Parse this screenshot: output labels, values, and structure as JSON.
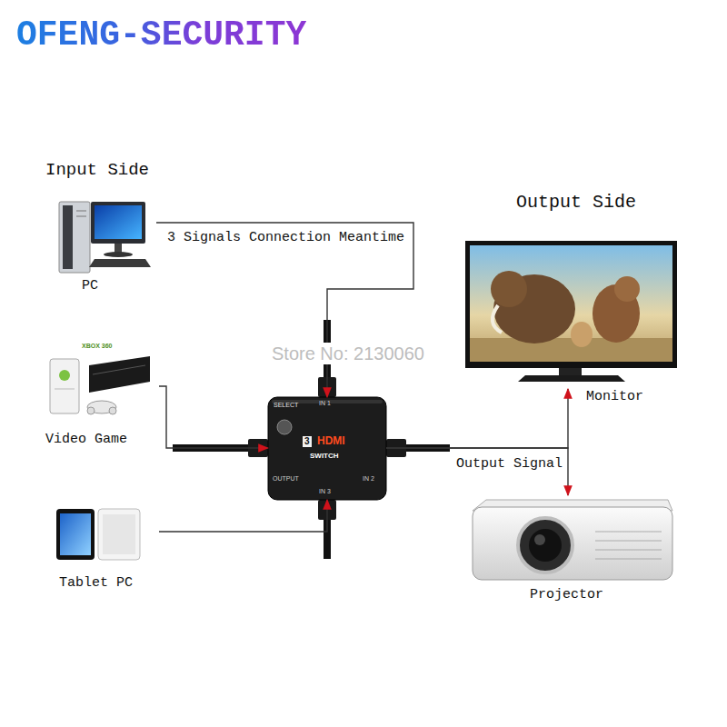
{
  "diagram": {
    "title": "OFENG-SECURITY",
    "nodes": [
      {
        "text": [
          "PC"
        ]
      },
      {
        "text": [
          "Video Game"
        ]
      },
      {
        "text": [
          "Tablet PC"
        ]
      },
      {
        "text": [
          "SELECT",
          "IN 1",
          "3",
          "HDMI",
          "SWITCH",
          "OUTPUT",
          "IN 2",
          "IN 3"
        ]
      },
      {
        "text": [
          "Monitor"
        ]
      },
      {
        "text": [
          "Projector"
        ]
      }
    ],
    "edges": [
      {
        "from": 0,
        "to": 3,
        "arrow": "to",
        "label": "3 Signals Connection Meantime"
      },
      {
        "from": 1,
        "to": 3,
        "arrow": "to"
      },
      {
        "from": 2,
        "to": 3,
        "arrow": "to"
      },
      {
        "from": 3,
        "to": 4,
        "arrow": "to"
      },
      {
        "from": 3,
        "to": 5,
        "arrow": "to",
        "label": "Output Signal"
      }
    ],
    "labels": [
      "Input Side",
      "Output Side",
      "XBOX 360",
      "Store No: 2130060"
    ]
  }
}
